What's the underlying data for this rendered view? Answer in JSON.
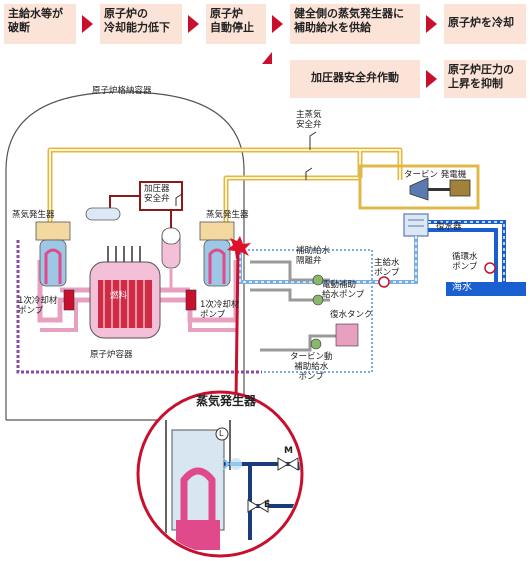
{
  "steps_row1": [
    {
      "text": "主給水等が\n破断"
    },
    {
      "text": "原子炉の\n冷却能力低下"
    },
    {
      "text": "原子炉\n自動停止"
    },
    {
      "text": "健全側の蒸気発生器に\n補助給水を供給"
    },
    {
      "text": "原子炉を冷却"
    }
  ],
  "steps_row2": [
    {
      "text": "加圧器安全弁作動"
    },
    {
      "text": "原子炉圧力の\n上昇を抑制"
    }
  ],
  "labels": {
    "containment": "原子炉格納容器",
    "main_steam_safety_valve": "主蒸気\n安全弁",
    "pressurizer_safety_valve": "加圧器\n安全弁",
    "steam_generator_left": "蒸気発生器",
    "steam_generator_right": "蒸気発生器",
    "turbine_generator": "タービン 発電機",
    "condenser": "復水器",
    "main_feedwater_pump": "主給水\nポンプ",
    "circulating_pump": "循環水\nポンプ",
    "seawater": "海水",
    "aux_feed_isolation_valve": "補助給水\n隔離弁",
    "motor_aux_feed_pump": "電動補助\n給水ポンプ",
    "condensate_tank": "復水タンク",
    "turbine_aux_feed_pump": "タービン動\n補助給水\nポンプ",
    "rcp_left": "1次冷却材\nポンプ",
    "rcp_right": "1次冷却材\nポンプ",
    "fuel": "燃料",
    "reactor_vessel": "原子炉容器",
    "zoom_title": "蒸気発生器",
    "valve_L": "L",
    "valve_M": "M",
    "valve_E": "E"
  },
  "colors": {
    "step_bg": "#fbe3d8",
    "arrow": "#c8102e",
    "primary_loop": "#e8a0c0",
    "steam_line": "#e0b84a",
    "feed_line": "#7aaee0",
    "aux_line": "#8a4aa8",
    "seawater": "#1a5fd0",
    "break_red": "#e0102a"
  }
}
